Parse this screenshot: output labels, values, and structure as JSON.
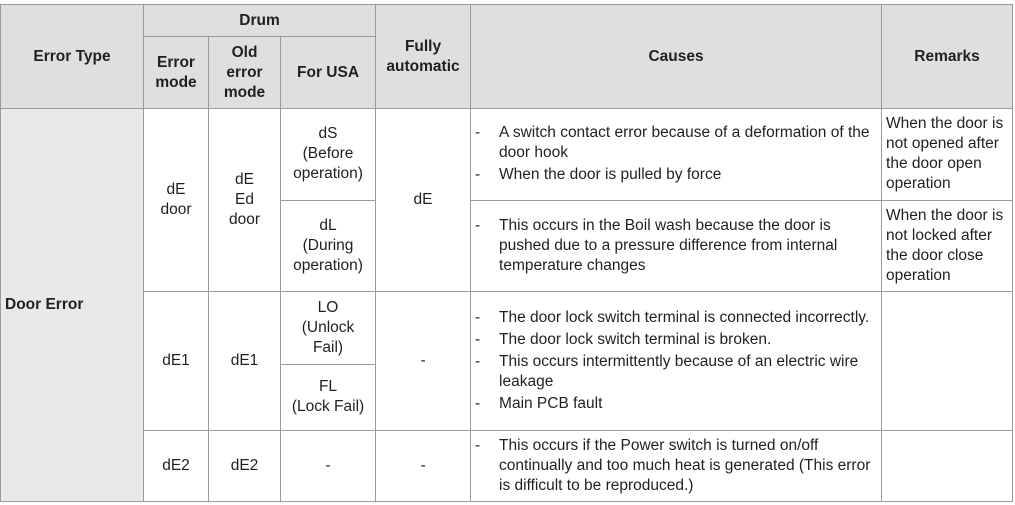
{
  "headers": {
    "error_type": "Error Type",
    "drum": "Drum",
    "error_mode": "Error mode",
    "old_error_mode": "Old error mode",
    "for_usa": "For USA",
    "fully_automatic": "Fully automatic",
    "causes": "Causes",
    "remarks": "Remarks"
  },
  "door_error": {
    "type": "Door Error",
    "groups": [
      {
        "error_mode": [
          "dE",
          "door"
        ],
        "old_error_mode": [
          "dE",
          "Ed",
          "door"
        ],
        "fully_automatic": "dE",
        "rows": [
          {
            "for_usa": [
              "dS",
              "(Before",
              "operation)"
            ],
            "causes": [
              "A switch contact error because of a deformation of the door hook",
              "When the door is pulled by force"
            ],
            "remarks": "When the door is not opened after the door open operation"
          },
          {
            "for_usa": [
              "dL",
              "(During",
              "operation)"
            ],
            "causes": [
              "This occurs in the Boil wash because the door is pushed due to a pressure difference from internal temperature changes"
            ],
            "remarks": "When the door is not locked after the door close operation"
          }
        ]
      },
      {
        "error_mode": [
          "dE1"
        ],
        "old_error_mode": [
          "dE1"
        ],
        "fully_automatic": "-",
        "rows": [
          {
            "for_usa": [
              "LO",
              "(Unlock",
              "Fail)"
            ],
            "causes": [
              "The door lock switch terminal is connected incorrectly.",
              "The door lock switch terminal is broken."
            ]
          },
          {
            "for_usa": [
              "FL",
              "(Lock Fail)"
            ],
            "causes": [
              "This occurs intermittently because of an electric wire leakage",
              "Main PCB fault"
            ]
          }
        ]
      },
      {
        "error_mode": [
          "dE2"
        ],
        "old_error_mode": [
          "dE2"
        ],
        "fully_automatic": "-",
        "rows": [
          {
            "for_usa": [
              "-"
            ],
            "causes": [
              "This occurs if the Power switch is turned on/off continually and too much heat is generated (This error is difficult to be reproduced.)"
            ]
          }
        ]
      }
    ]
  }
}
